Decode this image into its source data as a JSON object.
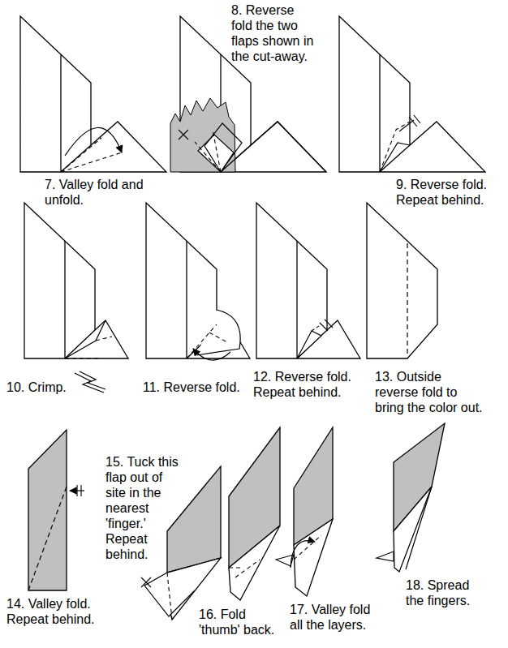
{
  "diagram": {
    "labels": [
      "7. Valley fold and unfold.",
      "8. Reverse fold the two flaps shown in the cut-away.",
      "9. Reverse fold. Repeat behind.",
      "10. Crimp.",
      "11. Reverse fold.",
      "12. Reverse fold. Repeat behind.",
      "13. Outside reverse fold to bring the color out.",
      "14. Valley fold. Repeat behind.",
      "15. Tuck this flap out of site in the nearest 'finger.' Repeat behind.",
      "16. Fold 'thumb' back.",
      "17. Valley fold all the layers.",
      "18. Spread the fingers."
    ]
  }
}
